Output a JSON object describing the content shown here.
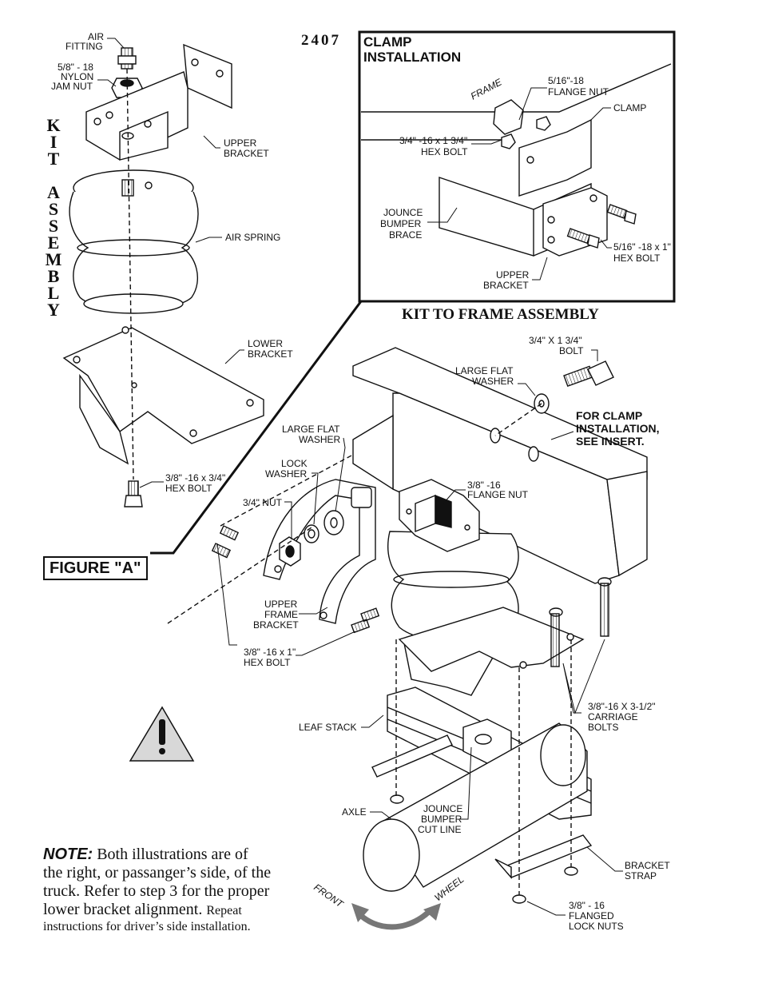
{
  "document": {
    "number": "2407",
    "kit_vertical": [
      "K",
      "I",
      "T",
      "",
      "A",
      "S",
      "S",
      "E",
      "M",
      "B",
      "L",
      "Y"
    ],
    "kit_to_frame_title": "KIT TO FRAME ASSEMBLY",
    "figure_label": "FIGURE \"A\""
  },
  "insert": {
    "title_line1": "CLAMP",
    "title_line2": "INSTALLATION",
    "labels": {
      "frame": "FRAME",
      "flange_nut_l1": "5/16\"-18",
      "flange_nut_l2": "FLANGE NUT",
      "clamp": "CLAMP",
      "hex_bolt_l1": "3/4\" -16 x 1 3/4\"",
      "hex_bolt_l2": "HEX BOLT",
      "jounce_l1": "JOUNCE",
      "jounce_l2": "BUMPER",
      "jounce_l3": "BRACE",
      "small_bolt_l1": "5/16\" -18 x 1\"",
      "small_bolt_l2": "HEX BOLT",
      "upper_bracket_l1": "UPPER",
      "upper_bracket_l2": "BRACKET"
    }
  },
  "kit_assembly": {
    "air_fitting_l1": "AIR",
    "air_fitting_l2": "FITTING",
    "jam_nut_l1": "5/8\" - 18",
    "jam_nut_l2": "NYLON",
    "jam_nut_l3": "JAM NUT",
    "upper_bracket_l1": "UPPER",
    "upper_bracket_l2": "BRACKET",
    "air_spring": "AIR SPRING",
    "lower_bracket_l1": "LOWER",
    "lower_bracket_l2": "BRACKET",
    "hex_bolt_l1": "3/8\" -16 x 3/4\"",
    "hex_bolt_l2": "HEX BOLT"
  },
  "frame_assembly": {
    "bolt_l1": "3/4\" X 1 3/4\"",
    "bolt_l2": "BOLT",
    "washer_right_l1": "LARGE FLAT",
    "washer_right_l2": "WASHER",
    "clamp_note_l1": "FOR CLAMP",
    "clamp_note_l2": "INSTALLATION,",
    "clamp_note_l3": "SEE INSERT.",
    "washer_left_l1": "LARGE FLAT",
    "washer_left_l2": "WASHER",
    "lock_washer_l1": "LOCK",
    "lock_washer_l2": "WASHER",
    "flange_nut_l1": "3/8\" -16",
    "flange_nut_l2": "FLANGE NUT",
    "nut": "3/4\" NUT",
    "upper_frame_bracket_l1": "UPPER",
    "upper_frame_bracket_l2": "FRAME",
    "upper_frame_bracket_l3": "BRACKET",
    "hex_bolt_l1": "3/8\" -16 x 1\"",
    "hex_bolt_l2": "HEX BOLT",
    "carriage_l1": "3/8\"-16 X 3-1/2\"",
    "carriage_l2": "CARRIAGE",
    "carriage_l3": "BOLTS",
    "leaf_stack": "LEAF STACK",
    "axle": "AXLE",
    "jounce_cut_l1": "JOUNCE",
    "jounce_cut_l2": "BUMPER",
    "jounce_cut_l3": "CUT LINE",
    "bracket_strap_l1": "BRACKET",
    "bracket_strap_l2": "STRAP",
    "lock_nuts_l1": "3/8\" - 16",
    "lock_nuts_l2": "FLANGED",
    "lock_nuts_l3": "LOCK NUTS",
    "front": "FRONT",
    "wheel": "WHEEL"
  },
  "note": {
    "head": "NOTE:",
    "line1": "Both illustrations are of",
    "line2": "the right, or passanger’s side, of the",
    "line3": "truck.  Refer to step 3 for the proper",
    "line4": "lower bracket alignment.",
    "line4_small": "Repeat",
    "line5": "instructions for driver’s side installation."
  },
  "icons": {
    "warning": "warning-triangle-icon",
    "direction": "curved-double-arrow-icon"
  }
}
